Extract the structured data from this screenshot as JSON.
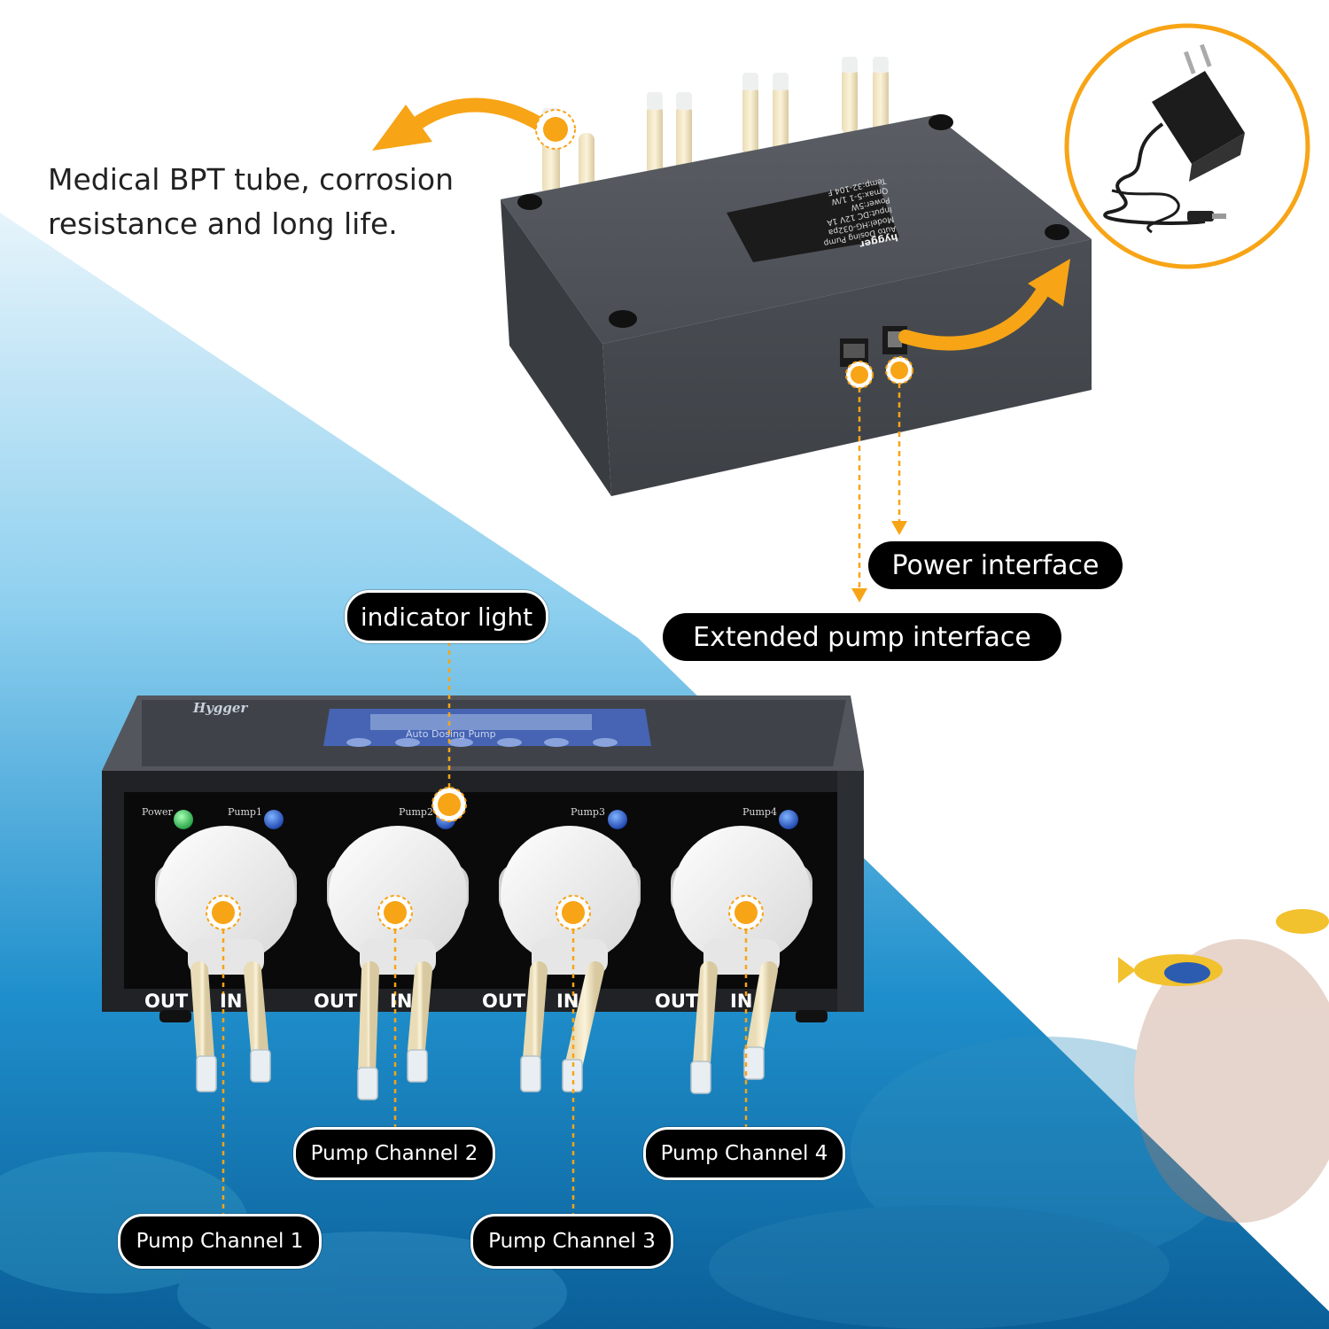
{
  "colors": {
    "accent_orange": "#F7A416",
    "label_bg": "#000000",
    "label_text": "#FFFFFF",
    "water_light": "#d9eef9",
    "water_deep": "#0b6fae",
    "device_gray": "#474b51"
  },
  "callouts": {
    "tube_line1": "Medical BPT tube, corrosion",
    "tube_line2": "resistance and long life.",
    "power_interface": "Power interface",
    "extended_interface": "Extended pump interface",
    "indicator_light": "indicator light"
  },
  "channels": [
    {
      "label": "Pump Channel 1"
    },
    {
      "label": "Pump Channel 2"
    },
    {
      "label": "Pump Channel 3"
    },
    {
      "label": "Pump Channel 4"
    }
  ],
  "front_panel": {
    "brand": "Hygger",
    "screen_title": "Auto Dosing Pump",
    "leds": [
      "Power",
      "Pump1",
      "Pump2",
      "Pump3",
      "Pump4"
    ],
    "out_label": "OUT",
    "in_label": "IN"
  },
  "rear_tag": {
    "brand": "hygger",
    "lines": [
      "Auto Dosing Pump",
      "Model:HG-032pa",
      "Input:DC 12V 1A",
      "Power:5W",
      "Qmax:5-1 1/W",
      "Temp:32-104 F"
    ]
  },
  "icons": {
    "arrow_to_tube": "curved-arrow-icon",
    "arrow_to_adapter": "curved-arrow-icon",
    "power_adapter": "power-adapter-icon",
    "hotspot": "orange-dot-icon"
  }
}
